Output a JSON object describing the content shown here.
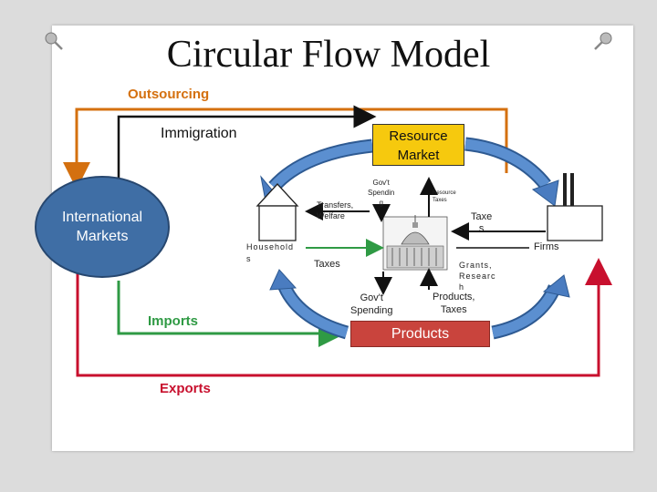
{
  "title": "Circular Flow Model",
  "labels": {
    "outsourcing": "Outsourcing",
    "immigration": "Immigration",
    "resource_market_line1": "Resource",
    "resource_market_line2": "Market",
    "international_markets_line1": "International",
    "international_markets_line2": "Markets",
    "transfers_line1": "Transfers,",
    "transfers_line2": "Welfare",
    "govt_spending_small_line1": "Gov't",
    "govt_spending_small_line2": "Spendin",
    "govt_spending_small_line3": "g",
    "resource_taxes_line1": "Resource",
    "resource_taxes_line2": "Taxes",
    "taxes_right_line1": "Taxe",
    "taxes_right_line2": "s",
    "firms": "Firms",
    "households_line1": "Household",
    "households_line2": "s",
    "taxes_left": "Taxes",
    "grants_line1": "Grants,",
    "grants_line2": "Researc",
    "grants_line3": "h",
    "govt_spending_line1": "Gov't",
    "govt_spending_line2": "Spending",
    "products_taxes_line1": "Products,",
    "products_taxes_line2": "Taxes",
    "imports": "Imports",
    "exports": "Exports",
    "products": "Products"
  },
  "colors": {
    "outsourcing": "#d4700f",
    "imports": "#2f9a44",
    "exports": "#c8102e",
    "resource_market": "#f6c90e",
    "products": "#c9443d",
    "international_markets": "#3f6ea5",
    "flow_arrow": "#4a7cc0"
  },
  "icons": [
    "pushpin-icon",
    "house-icon",
    "factory-icon",
    "capitol-building-icon"
  ]
}
